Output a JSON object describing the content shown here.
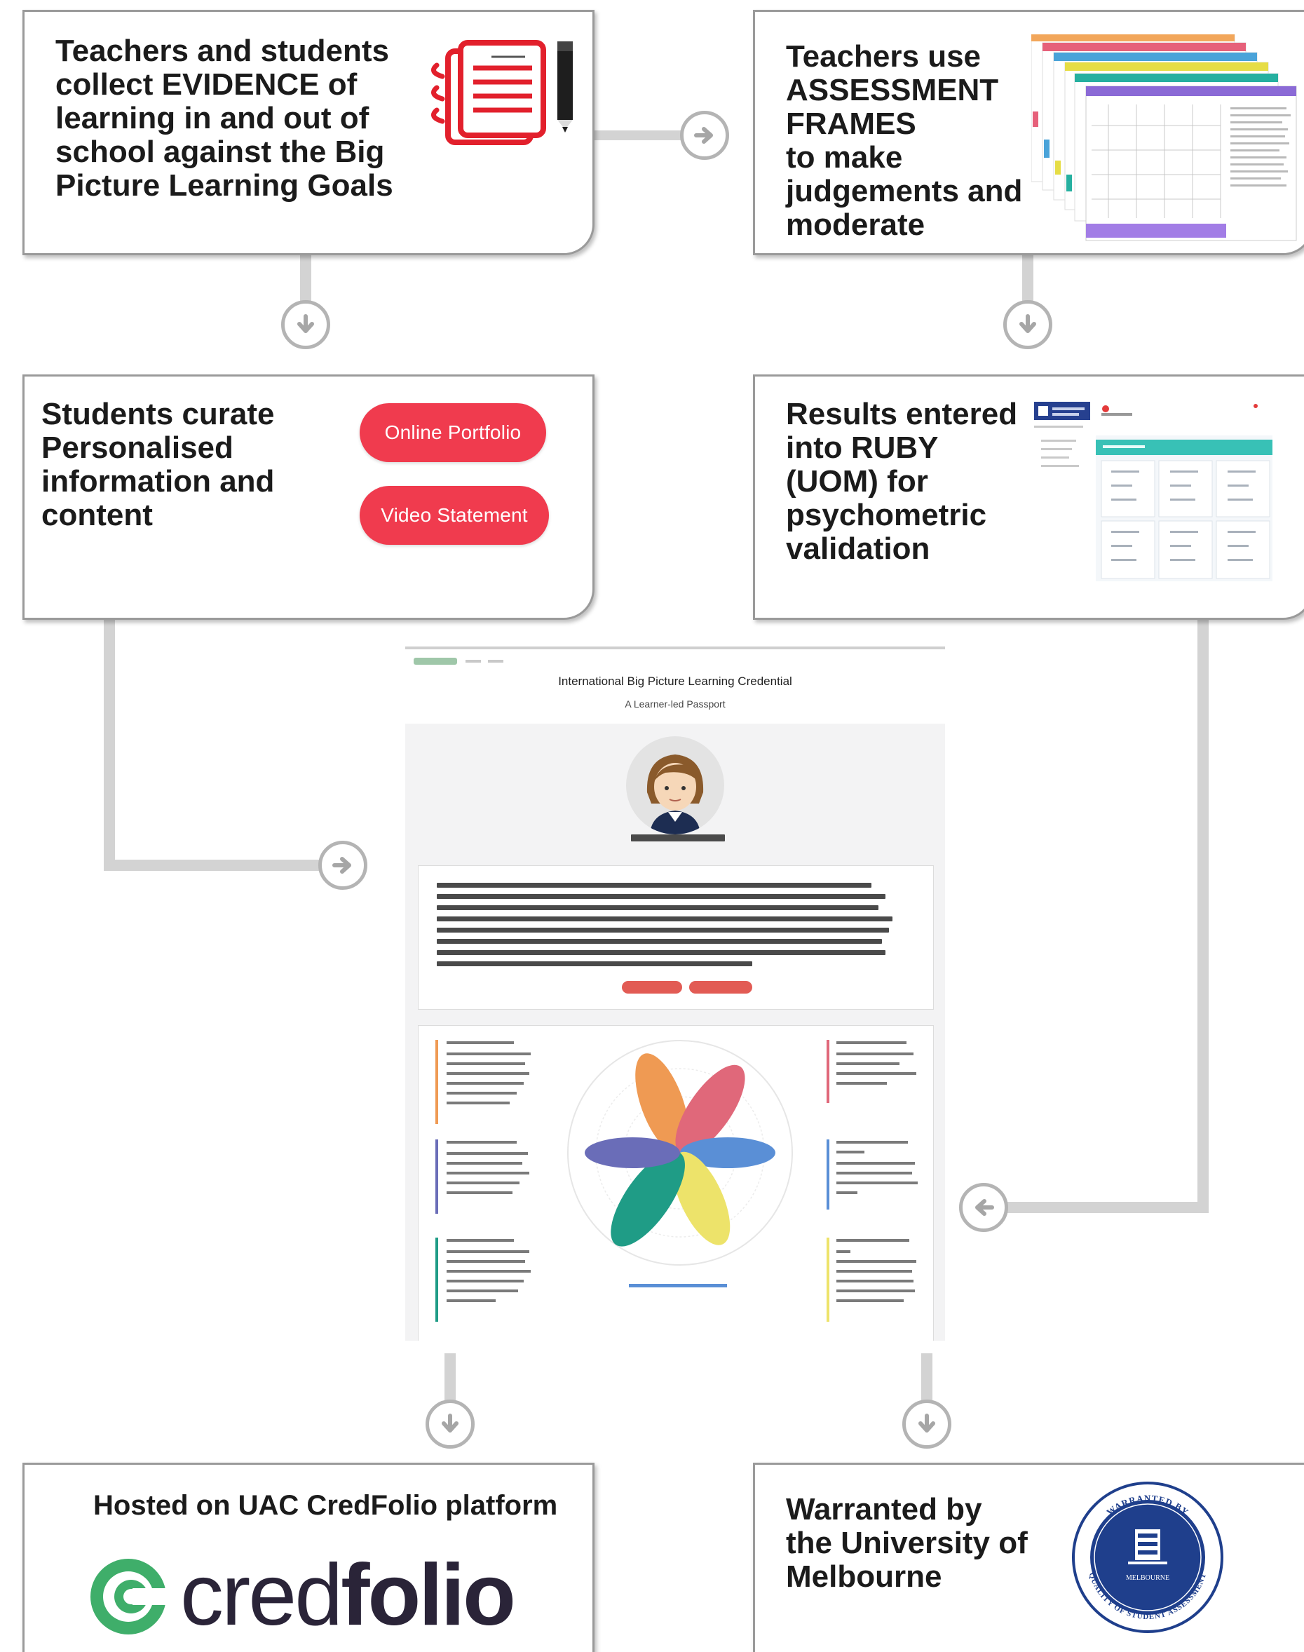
{
  "boxes": {
    "evidence": "Teachers and students\ncollect EVIDENCE of\nlearning in and out of\nschool against the Big\nPicture Learning Goals",
    "assessment": "Teachers use\nASSESSMENT\nFRAMES\nto make\njudgements and\nmoderate",
    "curate": "Students curate\nPersonalised\ninformation and\ncontent",
    "results": "Results entered\ninto RUBY\n(UOM) for\npsychometric\nvalidation",
    "hosted": "Hosted on UAC CredFolio platform",
    "warranted": "Warranted by\nthe University of\nMelbourne"
  },
  "buttons": {
    "online_portfolio": "Online Portfolio",
    "video_statement": "Video Statement"
  },
  "preview": {
    "title": "International Big Picture Learning Credential",
    "subtitle": "A Learner-led Passport"
  },
  "logo": {
    "cred": "cred",
    "folio": "folio",
    "seal_top": "WARRANTED BY",
    "seal_bottom": "QUALITY OF STUDENT ASSESSMENT",
    "seal_center": "MELBOURNE"
  },
  "colors": {
    "pill_red": "#f03b4e",
    "connector_gray": "#d3d3d3",
    "credfolio_green": "#3fae6a",
    "seal_blue": "#1f3f8c",
    "petal_orange": "#ef9a53",
    "petal_pink": "#e0687a",
    "petal_blue": "#5a8fd6",
    "petal_yellow": "#ede36a",
    "petal_teal": "#1f9c86",
    "petal_indigo": "#6a6db8"
  }
}
